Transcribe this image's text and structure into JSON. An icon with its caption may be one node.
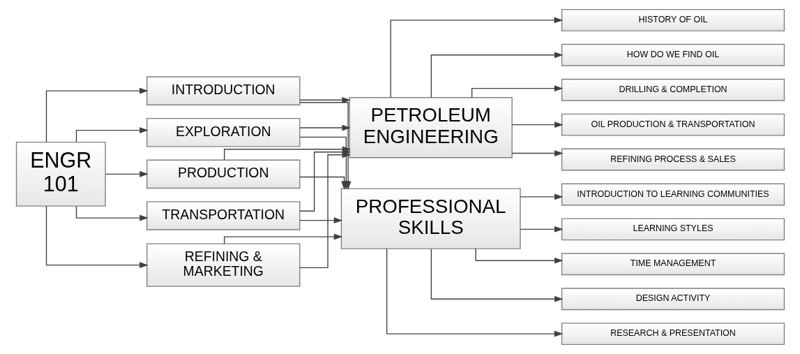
{
  "diagram": {
    "nodes": [
      {
        "text": [
          "ENGR 101"
        ]
      },
      {
        "text": [
          "INTRODUCTION"
        ]
      },
      {
        "text": [
          "EXPLORATION"
        ]
      },
      {
        "text": [
          "PRODUCTION"
        ]
      },
      {
        "text": [
          "TRANSPORTATION"
        ]
      },
      {
        "text": [
          "REFINING & MARKETING"
        ]
      },
      {
        "text": [
          "PETROLEUM ENGINEERING"
        ]
      },
      {
        "text": [
          "HISTORY OF OIL"
        ]
      },
      {
        "text": [
          "HOW DO WE FIND OIL"
        ]
      },
      {
        "text": [
          "DRILLING & COMPLETION"
        ]
      },
      {
        "text": [
          "OIL PRODUCTION & TRANSPORTATION"
        ]
      },
      {
        "text": [
          "REFINING PROCESS & SALES"
        ]
      },
      {
        "text": [
          "PROFESSIONAL SKILLS"
        ]
      },
      {
        "text": [
          "INTRODUCTION TO LEARNING COMMUNITIES"
        ]
      },
      {
        "text": [
          "LEARNING STYLES"
        ]
      },
      {
        "text": [
          "TIME MANAGEMENT"
        ]
      },
      {
        "text": [
          "DESIGN ACTIVITY"
        ]
      },
      {
        "text": [
          "RESEARCH & PRESENTATION"
        ]
      }
    ],
    "edges": [
      {
        "from": 0,
        "to": 1,
        "arrow": "to"
      },
      {
        "from": 0,
        "to": 2,
        "arrow": "to"
      },
      {
        "from": 0,
        "to": 3,
        "arrow": "to"
      },
      {
        "from": 0,
        "to": 4,
        "arrow": "to"
      },
      {
        "from": 0,
        "to": 5,
        "arrow": "to"
      },
      {
        "from": 1,
        "to": 6,
        "arrow": "to"
      },
      {
        "from": 2,
        "to": 6,
        "arrow": "to"
      },
      {
        "from": 3,
        "to": 6,
        "arrow": "to"
      },
      {
        "from": 4,
        "to": 6,
        "arrow": "to"
      },
      {
        "from": 5,
        "to": 6,
        "arrow": "to"
      },
      {
        "from": 1,
        "to": 12,
        "arrow": "to"
      },
      {
        "from": 2,
        "to": 12,
        "arrow": "to"
      },
      {
        "from": 3,
        "to": 12,
        "arrow": "to"
      },
      {
        "from": 4,
        "to": 12,
        "arrow": "to"
      },
      {
        "from": 5,
        "to": 12,
        "arrow": "to"
      },
      {
        "from": 6,
        "to": 7,
        "arrow": "to"
      },
      {
        "from": 6,
        "to": 8,
        "arrow": "to"
      },
      {
        "from": 6,
        "to": 9,
        "arrow": "to"
      },
      {
        "from": 6,
        "to": 10,
        "arrow": "to"
      },
      {
        "from": 6,
        "to": 11,
        "arrow": "to"
      },
      {
        "from": 12,
        "to": 13,
        "arrow": "to"
      },
      {
        "from": 12,
        "to": 14,
        "arrow": "to"
      },
      {
        "from": 12,
        "to": 15,
        "arrow": "to"
      },
      {
        "from": 12,
        "to": 16,
        "arrow": "to"
      },
      {
        "from": 12,
        "to": 17,
        "arrow": "to"
      }
    ]
  }
}
